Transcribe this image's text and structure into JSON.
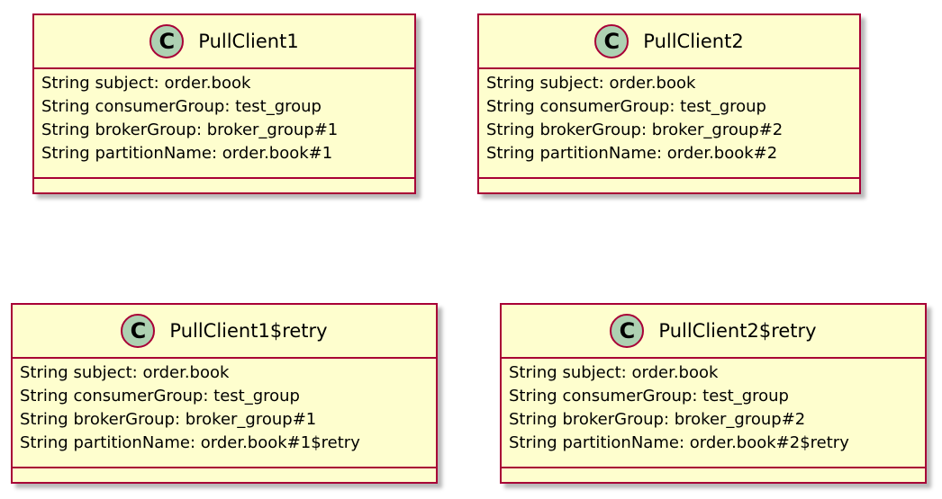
{
  "colors": {
    "box_fill": "#FEFECE",
    "box_border": "#A80036",
    "icon_fill": "#ADD1B2"
  },
  "classes": [
    {
      "icon_letter": "C",
      "name": "PullClient1",
      "attributes": [
        "String subject: order.book",
        "String consumerGroup: test_group",
        "String brokerGroup: broker_group#1",
        "String partitionName: order.book#1"
      ]
    },
    {
      "icon_letter": "C",
      "name": "PullClient2",
      "attributes": [
        "String subject: order.book",
        "String consumerGroup: test_group",
        "String brokerGroup: broker_group#2",
        "String partitionName: order.book#2"
      ]
    },
    {
      "icon_letter": "C",
      "name": "PullClient1$retry",
      "attributes": [
        "String subject: order.book",
        "String consumerGroup: test_group",
        "String brokerGroup: broker_group#1",
        "String partitionName: order.book#1$retry"
      ]
    },
    {
      "icon_letter": "C",
      "name": "PullClient2$retry",
      "attributes": [
        "String subject: order.book",
        "String consumerGroup: test_group",
        "String brokerGroup: broker_group#2",
        "String partitionName: order.book#2$retry"
      ]
    }
  ]
}
